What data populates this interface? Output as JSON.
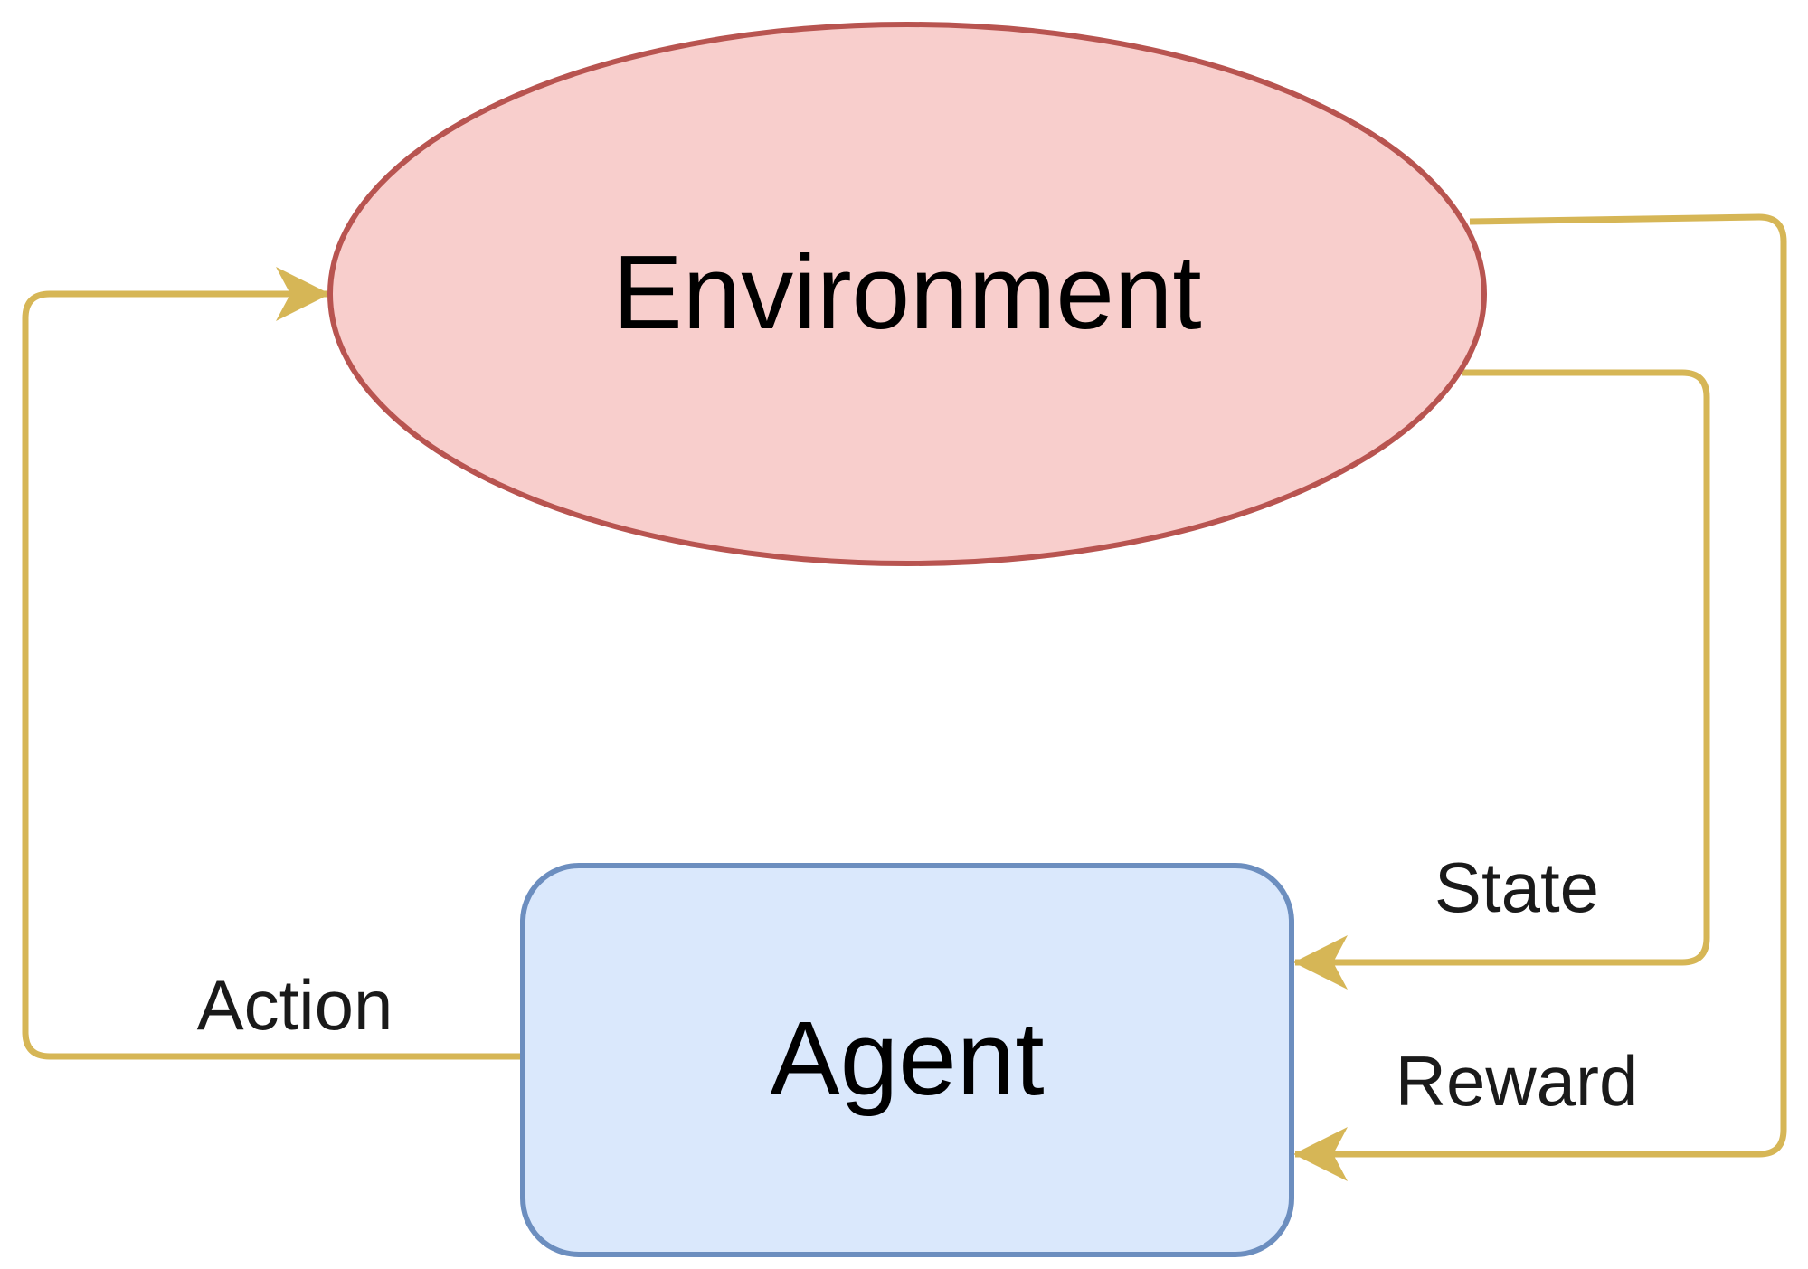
{
  "nodes": {
    "environment": {
      "label": "Environment",
      "fill": "#f8cecc",
      "stroke": "#b85450"
    },
    "agent": {
      "label": "Agent",
      "fill": "#dae8fc",
      "stroke": "#6c8ebf"
    }
  },
  "edges": {
    "action": {
      "label": "Action"
    },
    "state": {
      "label": "State"
    },
    "reward": {
      "label": "Reward"
    }
  },
  "colors": {
    "edge": "#d6b656",
    "text": "#000000"
  }
}
